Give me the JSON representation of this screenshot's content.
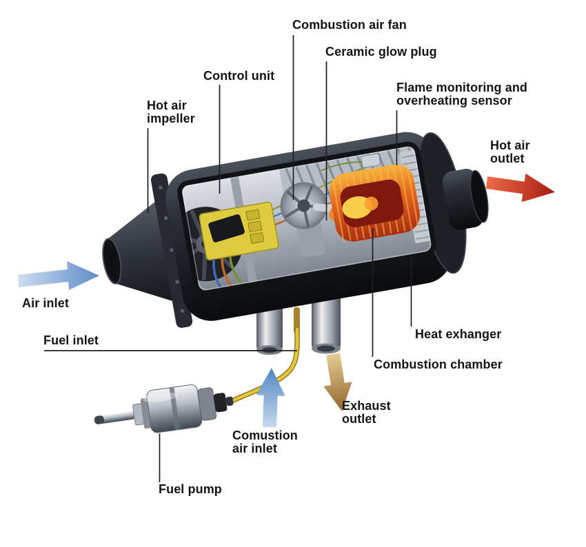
{
  "labels": {
    "combustion_air_fan": "Combustion air fan",
    "ceramic_glow_plug": "Ceramic glow plug",
    "control_unit": "Control unit",
    "hot_air_impeller": "Hot air\nimpeller",
    "flame_sensor": "Flame monitoring and\noverheating sensor",
    "hot_air_outlet": "Hot air\noutlet",
    "air_inlet": "Air inlet",
    "fuel_inlet": "Fuel inlet",
    "heat_exchanger": "Heat exhanger",
    "combustion_chamber": "Combustion chamber",
    "exhaust_outlet": "Exhaust\noutlet",
    "combustion_air_inlet": "Comustion\nair inlet",
    "fuel_pump": "Fuel pump"
  },
  "arrows": [
    {
      "name": "air-inlet-arrow",
      "direction": "right",
      "color": "#6f9bd2"
    },
    {
      "name": "hot-air-outlet-arrow",
      "direction": "right",
      "color": "#b5281c"
    },
    {
      "name": "combustion-air-inlet-arrow",
      "direction": "up",
      "color": "#5b8fc6"
    },
    {
      "name": "exhaust-outlet-arrow",
      "direction": "down",
      "color": "#b98a4a"
    }
  ],
  "colors": {
    "background": "#ffffff",
    "label_text": "#141414",
    "leader_line": "#1f1f1f",
    "fuel_line": "#e3c63a",
    "control_unit_board": "#decb3f",
    "combustion_glow": "#f07c1e",
    "housing_dark": "#23262c"
  }
}
